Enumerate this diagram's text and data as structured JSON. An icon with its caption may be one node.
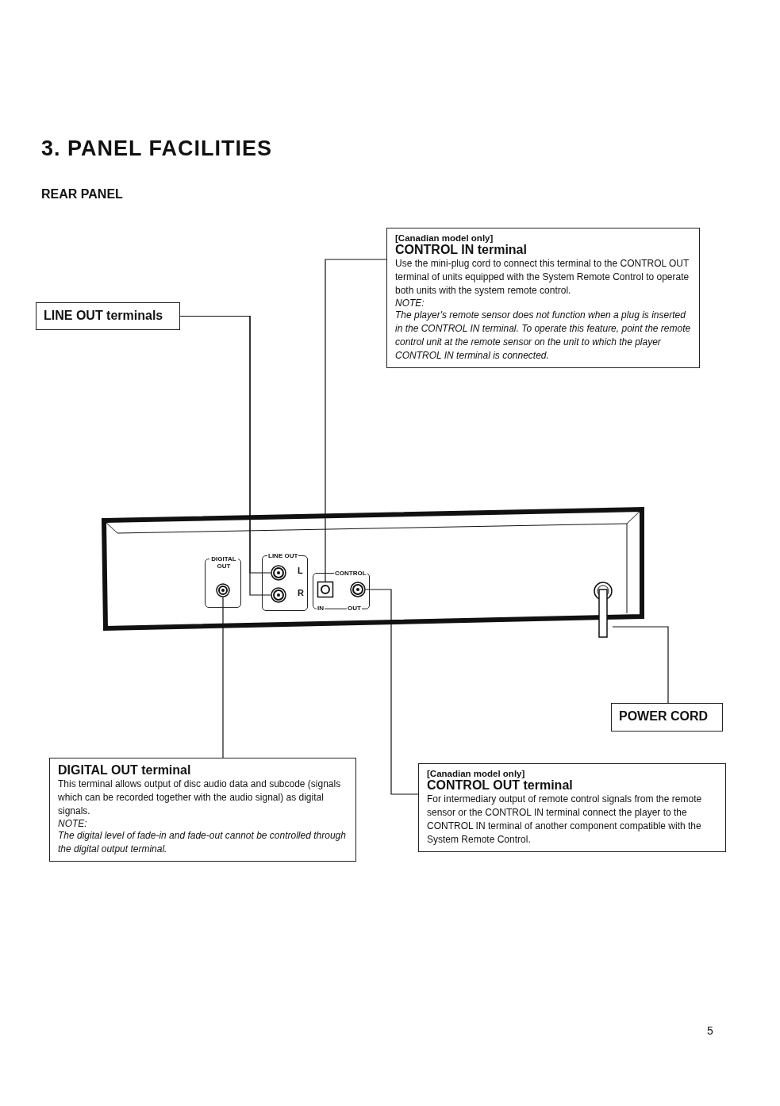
{
  "diagram": {
    "title": "3. PANEL FACILITIES",
    "nodes": [
      {
        "text": [
          "LINE OUT terminals"
        ]
      },
      {
        "text": [
          "[Canadian model only]",
          "CONTROL IN terminal",
          "Use the mini-plug cord to connect this terminal to the CONTROL OUT terminal of units equipped with the System Remote Control to operate both units with the system remote control.",
          "NOTE:",
          "The player's remote sensor does not function when a plug is inserted in the CONTROL IN terminal. To operate this feature, point the remote control unit at the remote sensor on the unit to which the player CONTROL IN terminal is connected."
        ]
      },
      {
        "text": [
          "POWER CORD"
        ]
      },
      {
        "text": [
          "DIGITAL OUT terminal",
          "This terminal allows output of disc audio data and subcode (signals which can be recorded together with the audio signal) as digital signals.",
          "NOTE:",
          "The digital level of fade-in and fade-out cannot be controlled through the digital output terminal."
        ]
      },
      {
        "text": [
          "[Canadian model only]",
          "CONTROL OUT terminal",
          "For intermediary output of remote control signals from the remote sensor or the CONTROL IN terminal connect the player to the CONTROL IN terminal of another component compatible with the System Remote Control."
        ]
      },
      {
        "text": [
          "DIGITAL OUT"
        ]
      },
      {
        "text": [],
        "shape": "circle",
        "in": 5
      },
      {
        "text": [
          "LINE OUT",
          "L",
          "R"
        ]
      },
      {
        "text": [],
        "shape": "circle",
        "in": 7
      },
      {
        "text": [],
        "shape": "circle",
        "in": 7
      },
      {
        "text": [
          "CONTROL",
          "IN",
          "OUT"
        ]
      },
      {
        "text": [],
        "shape": "box",
        "in": 10
      },
      {
        "text": [],
        "shape": "circle",
        "in": 10
      },
      {
        "text": [],
        "shape": "cord"
      }
    ],
    "edges": [
      {
        "from": 0,
        "to": 8,
        "arrow": "none"
      },
      {
        "from": 0,
        "to": 9,
        "arrow": "none"
      },
      {
        "from": 1,
        "to": 11,
        "arrow": "none"
      },
      {
        "from": 3,
        "to": 6,
        "arrow": "none"
      },
      {
        "from": 4,
        "to": 12,
        "arrow": "none"
      },
      {
        "from": 2,
        "to": 13,
        "arrow": "none"
      }
    ],
    "labels": [
      "REAR PANEL",
      "5"
    ]
  }
}
